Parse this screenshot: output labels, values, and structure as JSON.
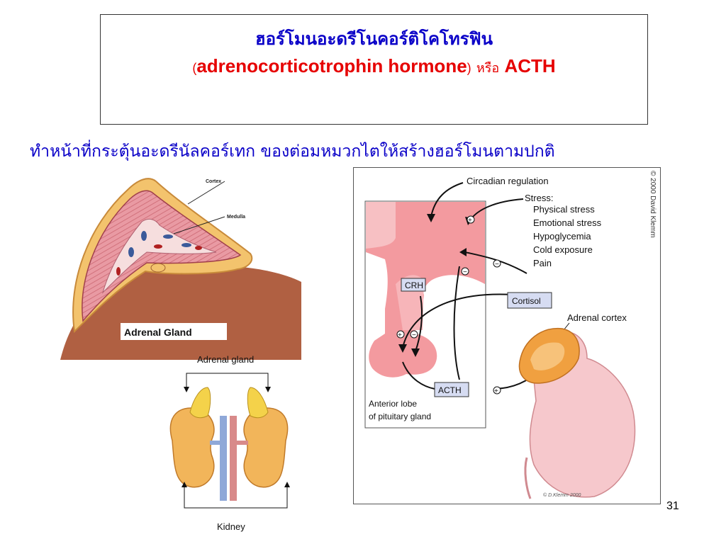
{
  "slide": {
    "title_thai": "ฮอร์โมนอะดรีโนคอร์ติโคโทรฟิน",
    "title_paren_open": "(",
    "title_english": "adrenocorticotrophin hormone",
    "title_paren_close": ")",
    "title_or": "หรือ",
    "title_abbrev": "ACTH",
    "subtitle": "ทำหน้าที่กระตุ้นอะดรีนัลคอร์เทก ของต่อมหมวกไตให้สร้างฮอร์โมนตามปกติ",
    "slide_number": "31"
  },
  "adrenal_section": {
    "label_cortex": "Cortex",
    "label_medulla": "Medulla",
    "caption": "Adrenal Gland"
  },
  "kidney_figure": {
    "label_top": "Adrenal gland",
    "label_bottom": "Kidney"
  },
  "hpa_diagram": {
    "circadian": "Circadian regulation",
    "stress_title": "Stress:",
    "stress_items": [
      "Physical stress",
      "Emotional stress",
      "Hypoglycemia",
      "Cold exposure",
      "Pain"
    ],
    "crh": "CRH",
    "cortisol": "Cortisol",
    "acth": "ACTH",
    "adrenal_cortex": "Adrenal cortex",
    "anterior_lobe_1": "Anterior lobe",
    "anterior_lobe_2": "of pituitary gland",
    "copyright": "© 2000 David Klemm",
    "signature": "© D.Klemm 2000",
    "plus": "+",
    "minus": "−"
  }
}
